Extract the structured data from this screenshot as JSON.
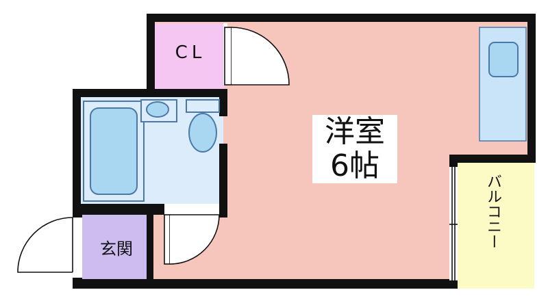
{
  "rooms": {
    "closet": {
      "label": "CL",
      "color": "#f6c6f3"
    },
    "western_room": {
      "label_line1": "洋室",
      "label_line2": "6帖",
      "color": "#f6c6bd"
    },
    "entrance": {
      "label": "玄関",
      "color": "#cdbcef"
    },
    "balcony": {
      "label": "バルコニー",
      "color": "#fcfac5"
    },
    "bathroom": {
      "color": "#dcecfb"
    },
    "fixtures": {
      "color": "#a9d6f0"
    }
  },
  "colors": {
    "wall": "#111111",
    "fixture_stroke": "#4a78a8"
  }
}
